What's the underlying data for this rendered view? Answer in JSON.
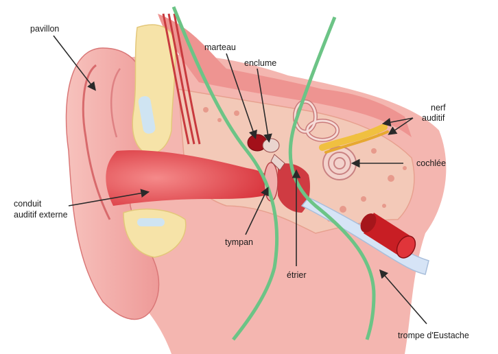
{
  "labels": {
    "pavillon": "pavillon",
    "marteau": "marteau",
    "enclume": "enclume",
    "nerf_line1": "nerf",
    "nerf_line2": "auditif",
    "cochlee": "cochlée",
    "conduit_line1": "conduit",
    "conduit_line2": "auditif externe",
    "tympan": "tympan",
    "etrier": "étrier",
    "trompe": "trompe d'Eustache"
  },
  "colors": {
    "skin": "#f2aaa8",
    "skin_dark": "#e0706f",
    "canal": "#e8545a",
    "cartilage": "#f6e3a8",
    "bone": "#f3c9b8",
    "green_line": "#6cc486",
    "blood_vessel": "#c81e24",
    "nerve": "#f0c040",
    "arrow": "#2a2a2a"
  },
  "icons": {
    "arrow": "arrow-icon"
  }
}
